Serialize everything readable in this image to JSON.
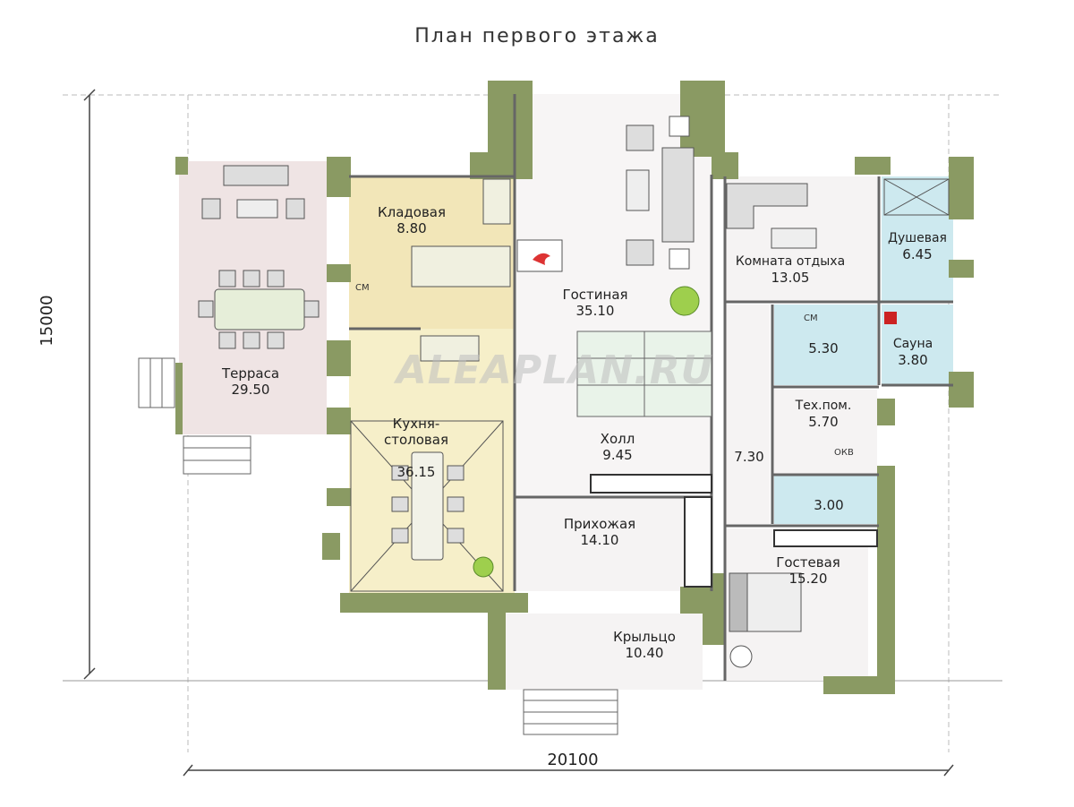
{
  "plan": {
    "title": "План первого этажа",
    "dim_width": "20100",
    "dim_height": "15000",
    "watermark": "ALEAPLAN.RU",
    "colors": {
      "wall": "#8a9a63",
      "wall_dark": "#6f7f4d",
      "terrace_floor": "#efe4e4",
      "kitchen_floor": "#f6efc9",
      "pantry_floor": "#f2e6b8",
      "living_floor": "#f7f5f5",
      "bath_floor": "#cde9ef",
      "room_floor": "#f5f3f3"
    },
    "rooms": [
      {
        "id": "terrace",
        "name": "Терраса",
        "area": "29.50"
      },
      {
        "id": "pantry",
        "name": "Кладовая",
        "area": "8.80"
      },
      {
        "id": "kitchen",
        "name": "Кухня-\nстоловая",
        "area": "36.15"
      },
      {
        "id": "living",
        "name": "Гостиная",
        "area": "35.10"
      },
      {
        "id": "hall",
        "name": "Холл",
        "area": "9.45"
      },
      {
        "id": "entry",
        "name": "Прихожая",
        "area": "14.10"
      },
      {
        "id": "porch",
        "name": "Крыльцо",
        "area": "10.40"
      },
      {
        "id": "lounge",
        "name": "Комната отдыха",
        "area": "13.05"
      },
      {
        "id": "shower",
        "name": "Душевая",
        "area": "6.45"
      },
      {
        "id": "sauna",
        "name": "Сауна",
        "area": "3.80"
      },
      {
        "id": "bath1",
        "name": "",
        "area": "5.30"
      },
      {
        "id": "tech",
        "name": "Тех.пом.",
        "area": "5.70"
      },
      {
        "id": "corridor",
        "name": "",
        "area": "7.30"
      },
      {
        "id": "wc",
        "name": "",
        "area": "3.00"
      },
      {
        "id": "guest",
        "name": "Гостевая",
        "area": "15.20"
      }
    ],
    "fixtures": {
      "washer_1": "СМ",
      "washer_2": "СМ",
      "boiler": "ОКВ"
    }
  }
}
